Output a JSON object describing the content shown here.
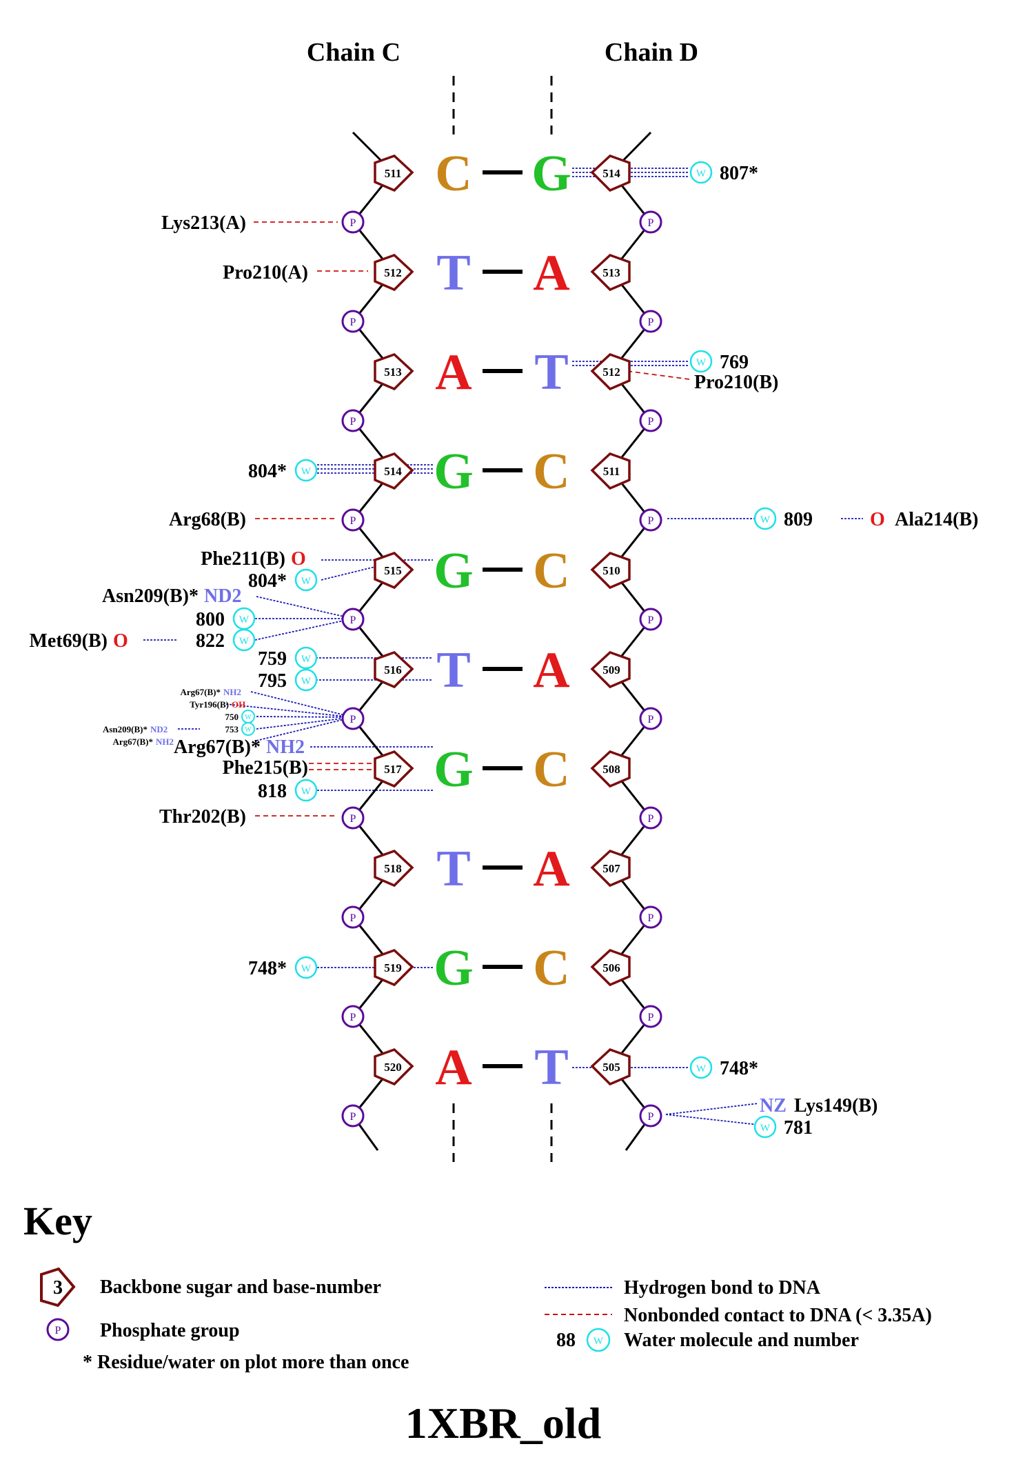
{
  "chains": {
    "left": "Chain C",
    "right": "Chain D"
  },
  "colors": {
    "A": "#e31a1c",
    "T": "#6f6fe8",
    "G": "#22c02a",
    "C": "#c8861a",
    "sugar": "#7a0d0d",
    "phosphate": "#5a0a9a",
    "water": "#1ee0e8",
    "hbond": "#1a1ab8",
    "nonbond": "#c81010",
    "atom_o": "#e31a1c",
    "atom_n": "#6f6fe8"
  },
  "pairs": [
    {
      "left_num": "511",
      "left_base": "C",
      "right_base": "G",
      "right_num": "514"
    },
    {
      "left_num": "512",
      "left_base": "T",
      "right_base": "A",
      "right_num": "513"
    },
    {
      "left_num": "513",
      "left_base": "A",
      "right_base": "T",
      "right_num": "512"
    },
    {
      "left_num": "514",
      "left_base": "G",
      "right_base": "C",
      "right_num": "511"
    },
    {
      "left_num": "515",
      "left_base": "G",
      "right_base": "C",
      "right_num": "510"
    },
    {
      "left_num": "516",
      "left_base": "T",
      "right_base": "A",
      "right_num": "509"
    },
    {
      "left_num": "517",
      "left_base": "G",
      "right_base": "C",
      "right_num": "508"
    },
    {
      "left_num": "518",
      "left_base": "T",
      "right_base": "A",
      "right_num": "507"
    },
    {
      "left_num": "519",
      "left_base": "G",
      "right_base": "C",
      "right_num": "506"
    },
    {
      "left_num": "520",
      "left_base": "A",
      "right_base": "T",
      "right_num": "505"
    }
  ],
  "phosphate_label": "P",
  "water_label": "W",
  "residues": {
    "lys213a": "Lys213(A)",
    "pro210a": "Pro210(A)",
    "pro210b": "Pro210(B)",
    "arg68b": "Arg68(B)",
    "phe211b": "Phe211(B)",
    "asn209b": "Asn209(B)*",
    "met69b": "Met69(B)",
    "arg67b_s1": "Arg67(B)*",
    "tyr196b": "Tyr196(B)",
    "asn209b_s": "Asn209(B)*",
    "arg67b_s2": "Arg67(B)*",
    "arg67b_big": "Arg67(B)*",
    "phe215b": "Phe215(B)",
    "thr202b": "Thr202(B)",
    "ala214b": "Ala214(B)",
    "lys149b": "Lys149(B)"
  },
  "atoms": {
    "o": "O",
    "nd2": "ND2",
    "nh2": "NH2",
    "oh": "OH",
    "nz": "NZ"
  },
  "waters": {
    "w807": "807*",
    "w769": "769",
    "w804a": "804*",
    "w809": "809",
    "w804b": "804*",
    "w800": "800",
    "w822": "822",
    "w759": "759",
    "w795": "795",
    "w750": "750",
    "w753": "753",
    "w818": "818",
    "w748a": "748*",
    "w748b": "748*",
    "w781": "781"
  },
  "key": {
    "title": "Key",
    "sugar_example": "3",
    "sugar_text": "Backbone sugar and base-number",
    "phosphate_text": "Phosphate group",
    "multi_text": "* Residue/water on plot more than once",
    "hbond_text": "Hydrogen bond to DNA",
    "nonbond_text": "Nonbonded contact to DNA (< 3.35A)",
    "water_example": "88",
    "water_text": "Water molecule and number"
  },
  "plot_title": "1XBR_old"
}
